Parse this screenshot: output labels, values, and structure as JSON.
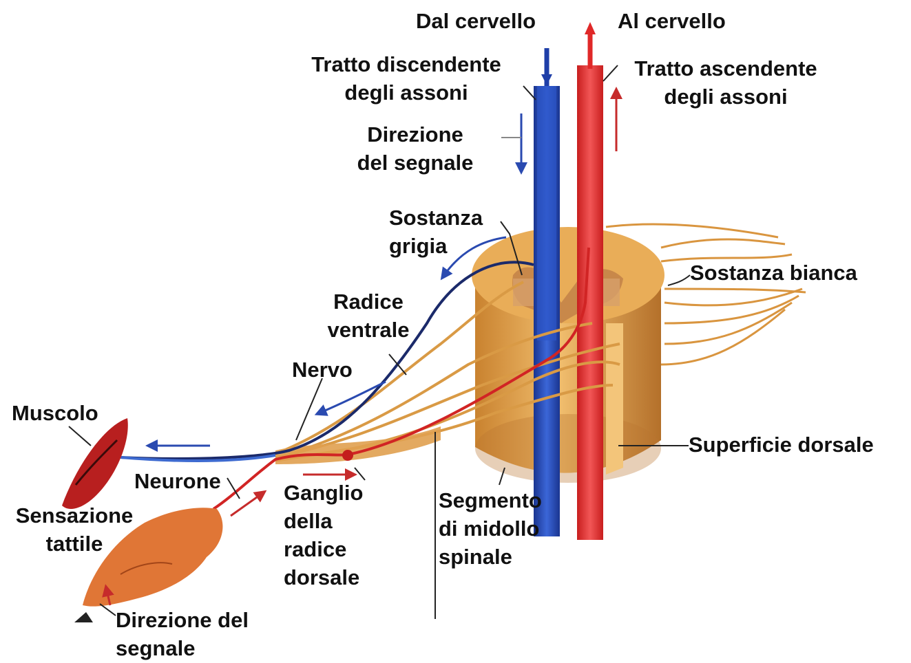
{
  "labels": {
    "from_brain": "Dal cervello",
    "to_brain": "Al cervello",
    "descending_tract": [
      "Tratto discendente",
      "degli assoni"
    ],
    "ascending_tract": [
      "Tratto ascendente",
      "degli assoni"
    ],
    "signal_direction_top": [
      "Direzione",
      "del segnale"
    ],
    "gray_matter": [
      "Sostanza",
      "grigia"
    ],
    "white_matter": "Sostanza bianca",
    "ventral_root": [
      "Radice",
      "ventrale"
    ],
    "nerve": "Nervo",
    "muscle": "Muscolo",
    "neuron": "Neurone",
    "touch_sensation": [
      "Sensazione",
      "tattile"
    ],
    "dorsal_surface": "Superficie dorsale",
    "dorsal_root_ganglion": [
      "Ganglio",
      "della",
      "radice",
      "dorsale"
    ],
    "spinal_segment": [
      "Segmento",
      "di midollo",
      "spinale"
    ],
    "signal_direction_bottom": [
      "Direzione del",
      "segnale"
    ]
  },
  "colors": {
    "descending": "#1f3fa8",
    "ascending": "#e02828",
    "cord": "#d99a45",
    "cord_dark": "#a8692a",
    "skin": "#e0783a"
  }
}
